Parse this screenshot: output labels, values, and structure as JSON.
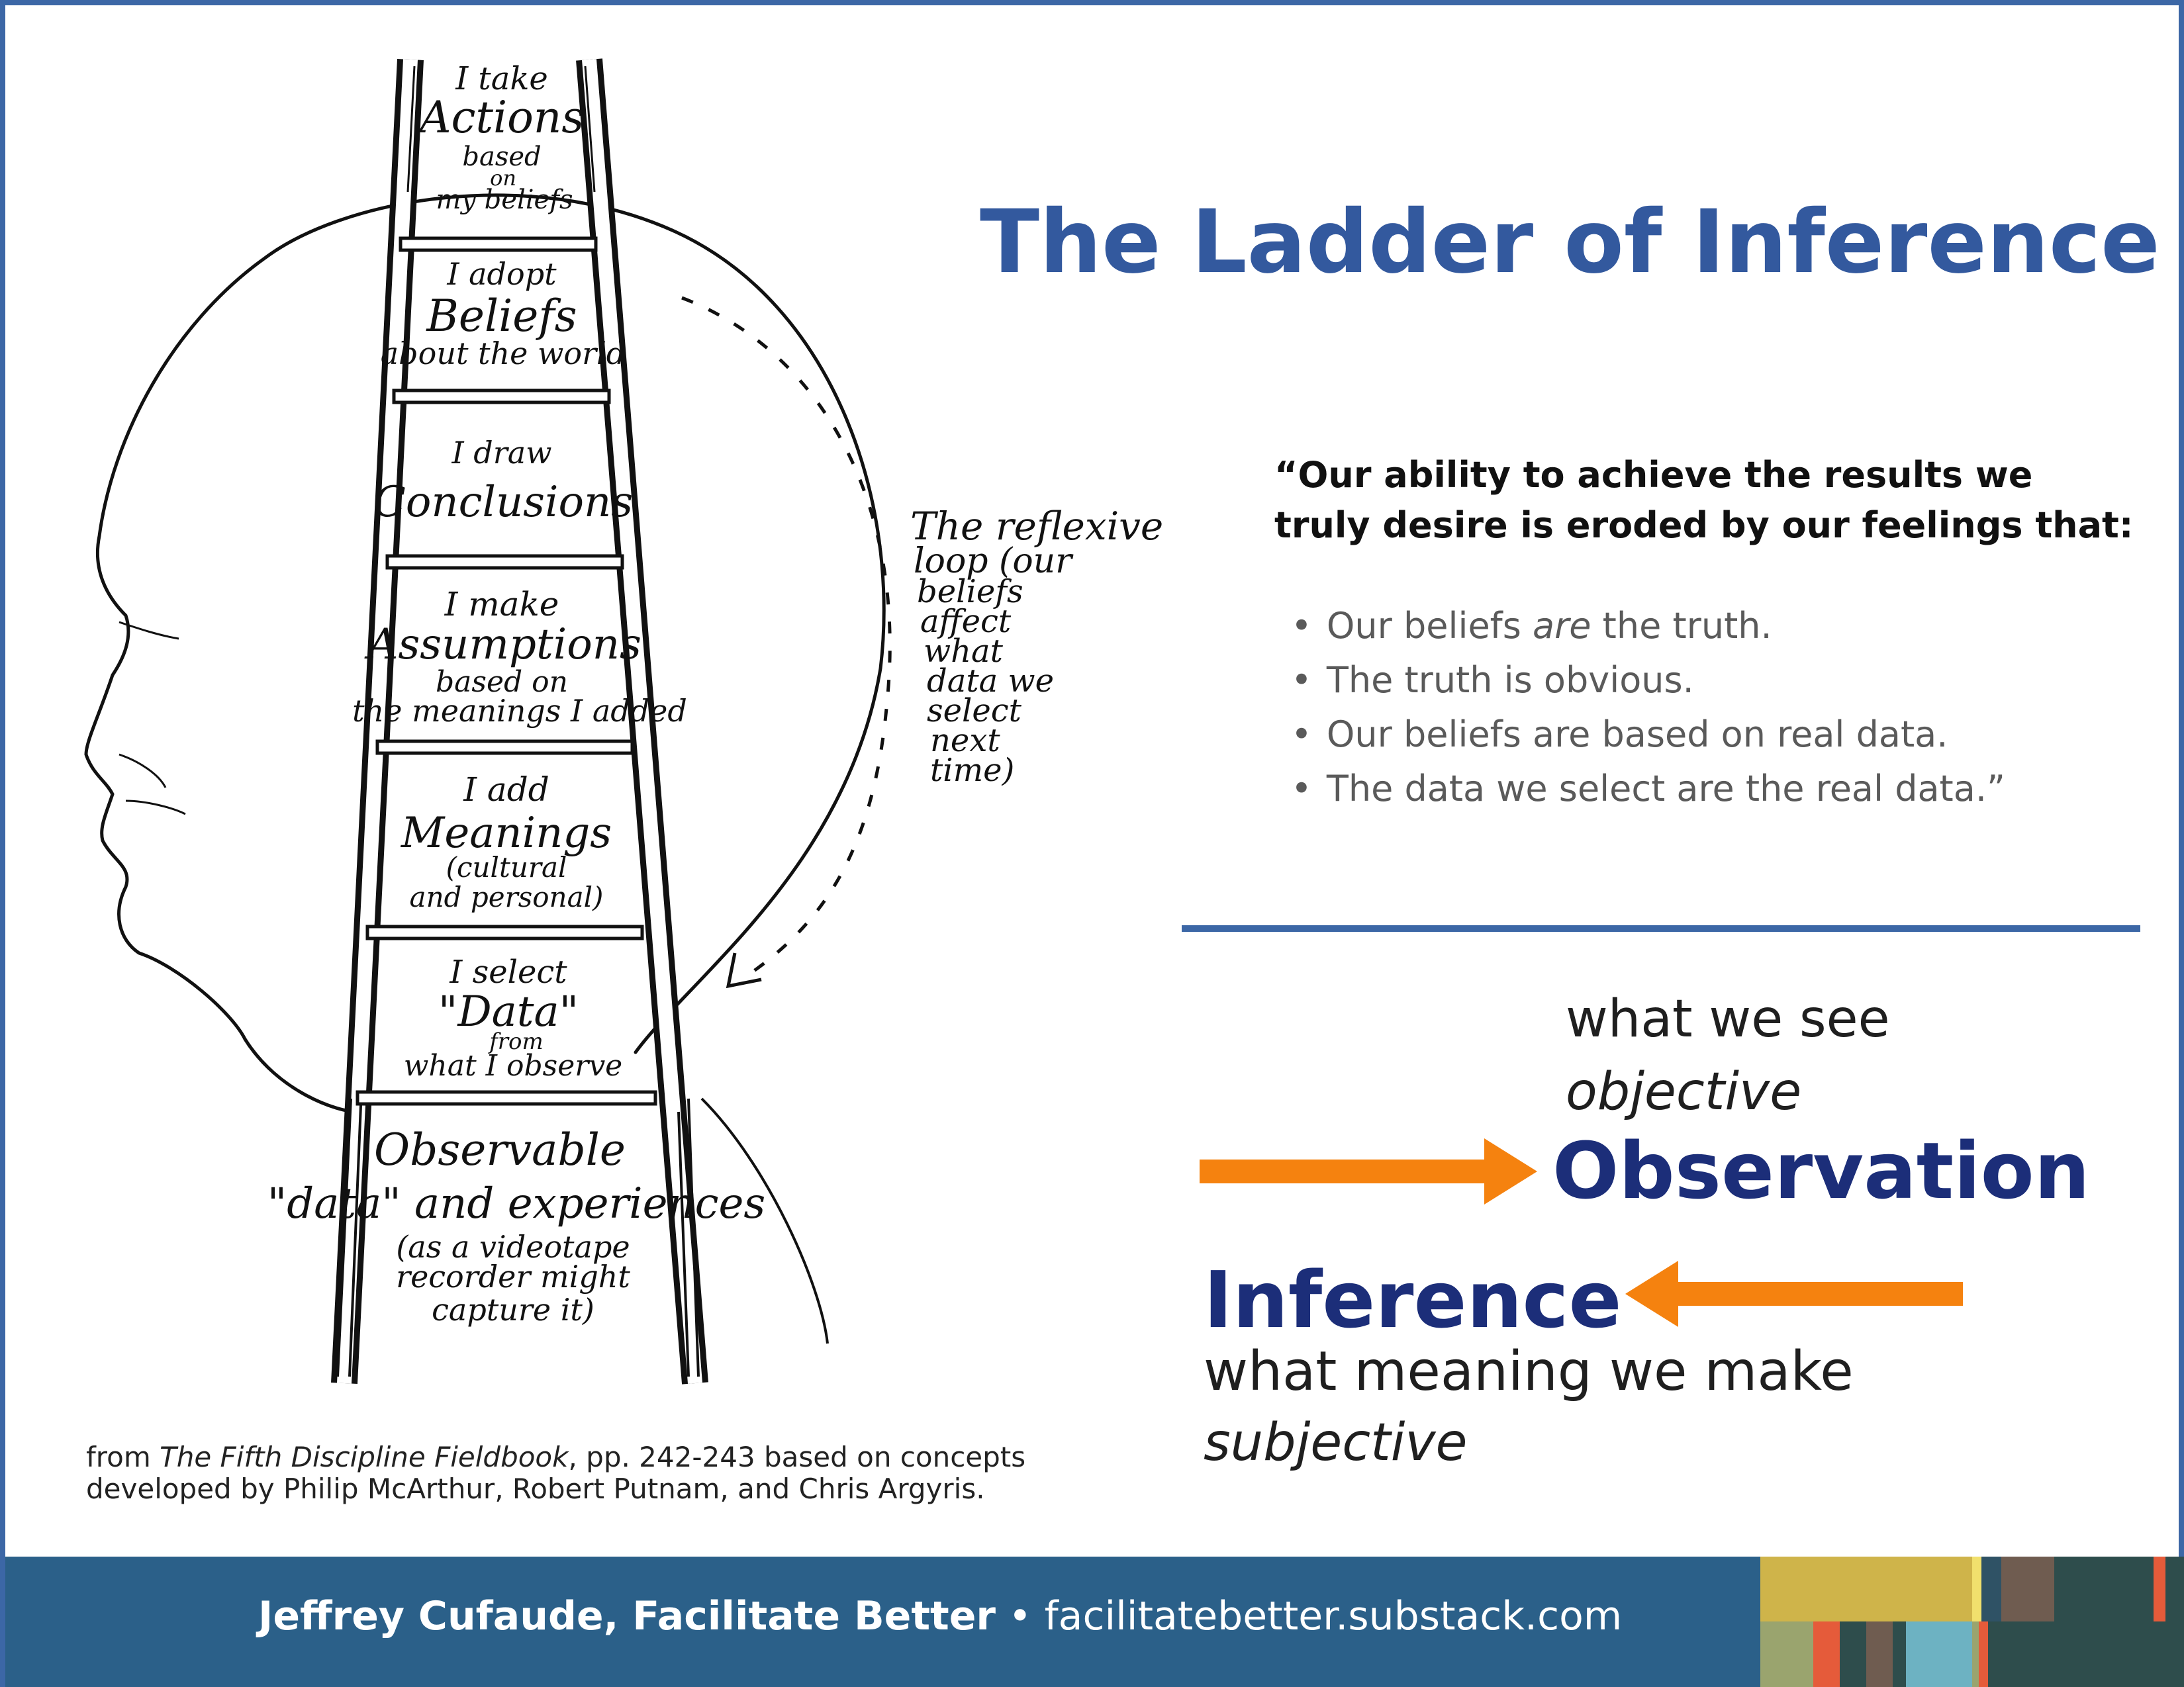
{
  "title": "The Ladder of Inference",
  "quote": {
    "line1": "“Our ability to achieve the results we",
    "line2": "truly desire is eroded by our feelings that:"
  },
  "bullets": [
    {
      "before": "Our beliefs ",
      "emph": "are",
      "after": " the truth."
    },
    {
      "before": "The truth is obvious.",
      "emph": "",
      "after": ""
    },
    {
      "before": "Our beliefs are based on real data.",
      "emph": "",
      "after": ""
    },
    {
      "before": "The data we select are the real data.”",
      "emph": "",
      "after": ""
    }
  ],
  "observation": {
    "line1": "what we see",
    "line2": "objective",
    "word": "Observation"
  },
  "inference": {
    "word": "Inference",
    "line1": "what meaning we make",
    "line2": "subjective"
  },
  "source": {
    "prefix": "from ",
    "book": "The Fifth Discipline Fieldbook",
    "rest1": ", pp. 242-243 based on concepts",
    "line2": "developed by Philip McArthur, Robert Putnam, and Chris Argyris."
  },
  "ladder": {
    "rungs": [
      {
        "small": "I take",
        "big": "Actions",
        "sub1": "based",
        "sub2": "on",
        "sub3": "my beliefs"
      },
      {
        "small": "I adopt",
        "big": "Beliefs",
        "sub1": "about the world",
        "sub2": "",
        "sub3": ""
      },
      {
        "small": "I draw",
        "big": "Conclusions",
        "sub1": "",
        "sub2": "",
        "sub3": ""
      },
      {
        "small": "I make",
        "big": "Assumptions",
        "sub1": "based on",
        "sub2": "the meanings I added",
        "sub3": ""
      },
      {
        "small": "I add",
        "big": "Meanings",
        "sub1": "(cultural",
        "sub2": "and personal)",
        "sub3": ""
      },
      {
        "small": "I select",
        "big": "\"Data\"",
        "sub1": "from",
        "sub2": "what I observe",
        "sub3": ""
      },
      {
        "small": "",
        "big": "Observable",
        "sub1": "\"data\" and experiences",
        "sub2": "(as a videotape",
        "sub3": "recorder might"
      },
      {
        "small": "",
        "big": "",
        "sub1": "capture it)",
        "sub2": "",
        "sub3": ""
      }
    ],
    "reflexive_loop": [
      "The reflexive",
      "loop (our",
      "beliefs",
      "affect",
      "what",
      "data we",
      "select",
      "next",
      "time)"
    ]
  },
  "footer": {
    "author": "Jeffrey Cufaude, Facilitate Better",
    "separator": " • ",
    "url": "facilitatebetter.substack.com"
  },
  "colors": {
    "title": "#33599e",
    "divider": "#3c67a6",
    "arrow": "#f5820f",
    "keyword": "#1c2e79",
    "footer_bg": "#2b6089"
  },
  "icons": [
    "head-silhouette-icon",
    "ladder-icon",
    "dashed-loop-arrow-icon",
    "arrow-right-icon",
    "arrow-left-icon"
  ]
}
